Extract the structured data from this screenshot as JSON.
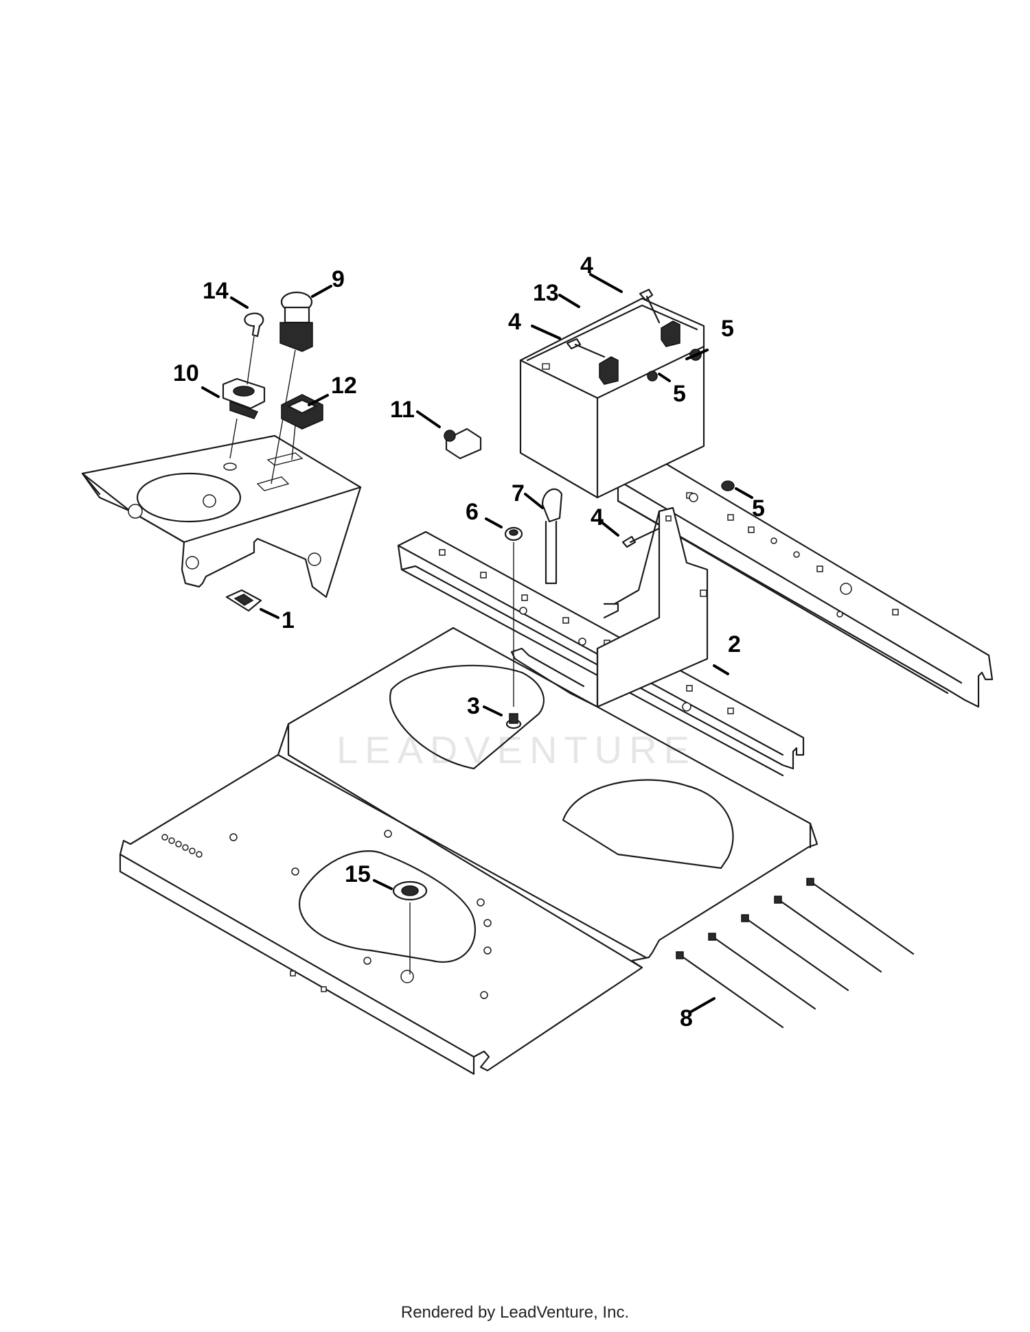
{
  "watermark": "LEADVENTURE",
  "footer": "Rendered by LeadVenture, Inc.",
  "callouts": [
    "1",
    "2",
    "3",
    "4",
    "4",
    "4",
    "5",
    "5",
    "5",
    "6",
    "7",
    "8",
    "9",
    "10",
    "11",
    "12",
    "13",
    "14",
    "15"
  ]
}
